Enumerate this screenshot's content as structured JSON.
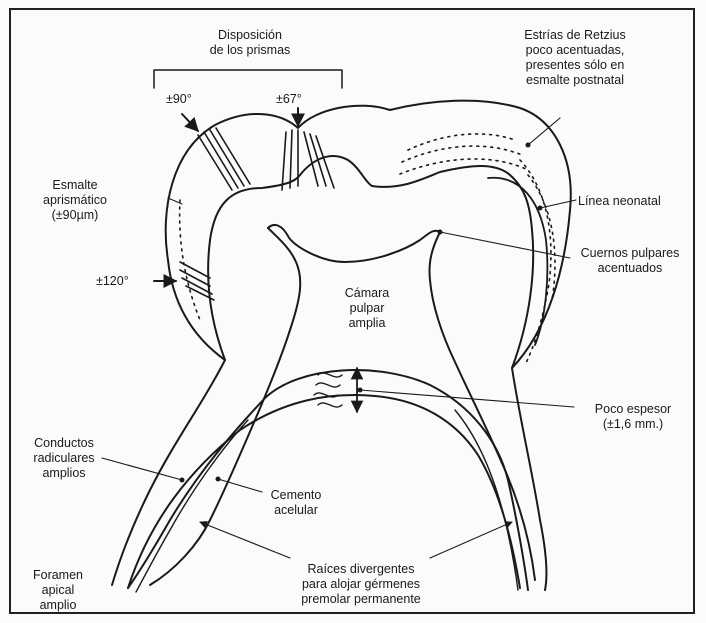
{
  "labels": {
    "disposicion": "Disposición\nde los prismas",
    "angle90": "±90°",
    "angle67": "±67°",
    "estrias": "Estrías de Retzius\npoco acentuadas,\npresentes sólo en\nesmalte postnatal",
    "esmalte": "Esmalte\naprismático\n(±90µm)",
    "linea": "Línea neonatal",
    "cuernos": "Cuernos pulpares\nacentuados",
    "angle120": "±120°",
    "camara": "Cámara\npulpar\namplia",
    "espesor": "Poco espesor\n(±1,6 mm.)",
    "conductos": "Conductos\nradiculares\namplios",
    "cemento": "Cemento\nacelular",
    "raices": "Raíces divergentes\npara alojar gérmenes\npremolar permanente",
    "foramen": "Foramen\napical\namplio"
  },
  "colors": {
    "ink": "#1a1a1a",
    "background": "#fbfbf9"
  }
}
